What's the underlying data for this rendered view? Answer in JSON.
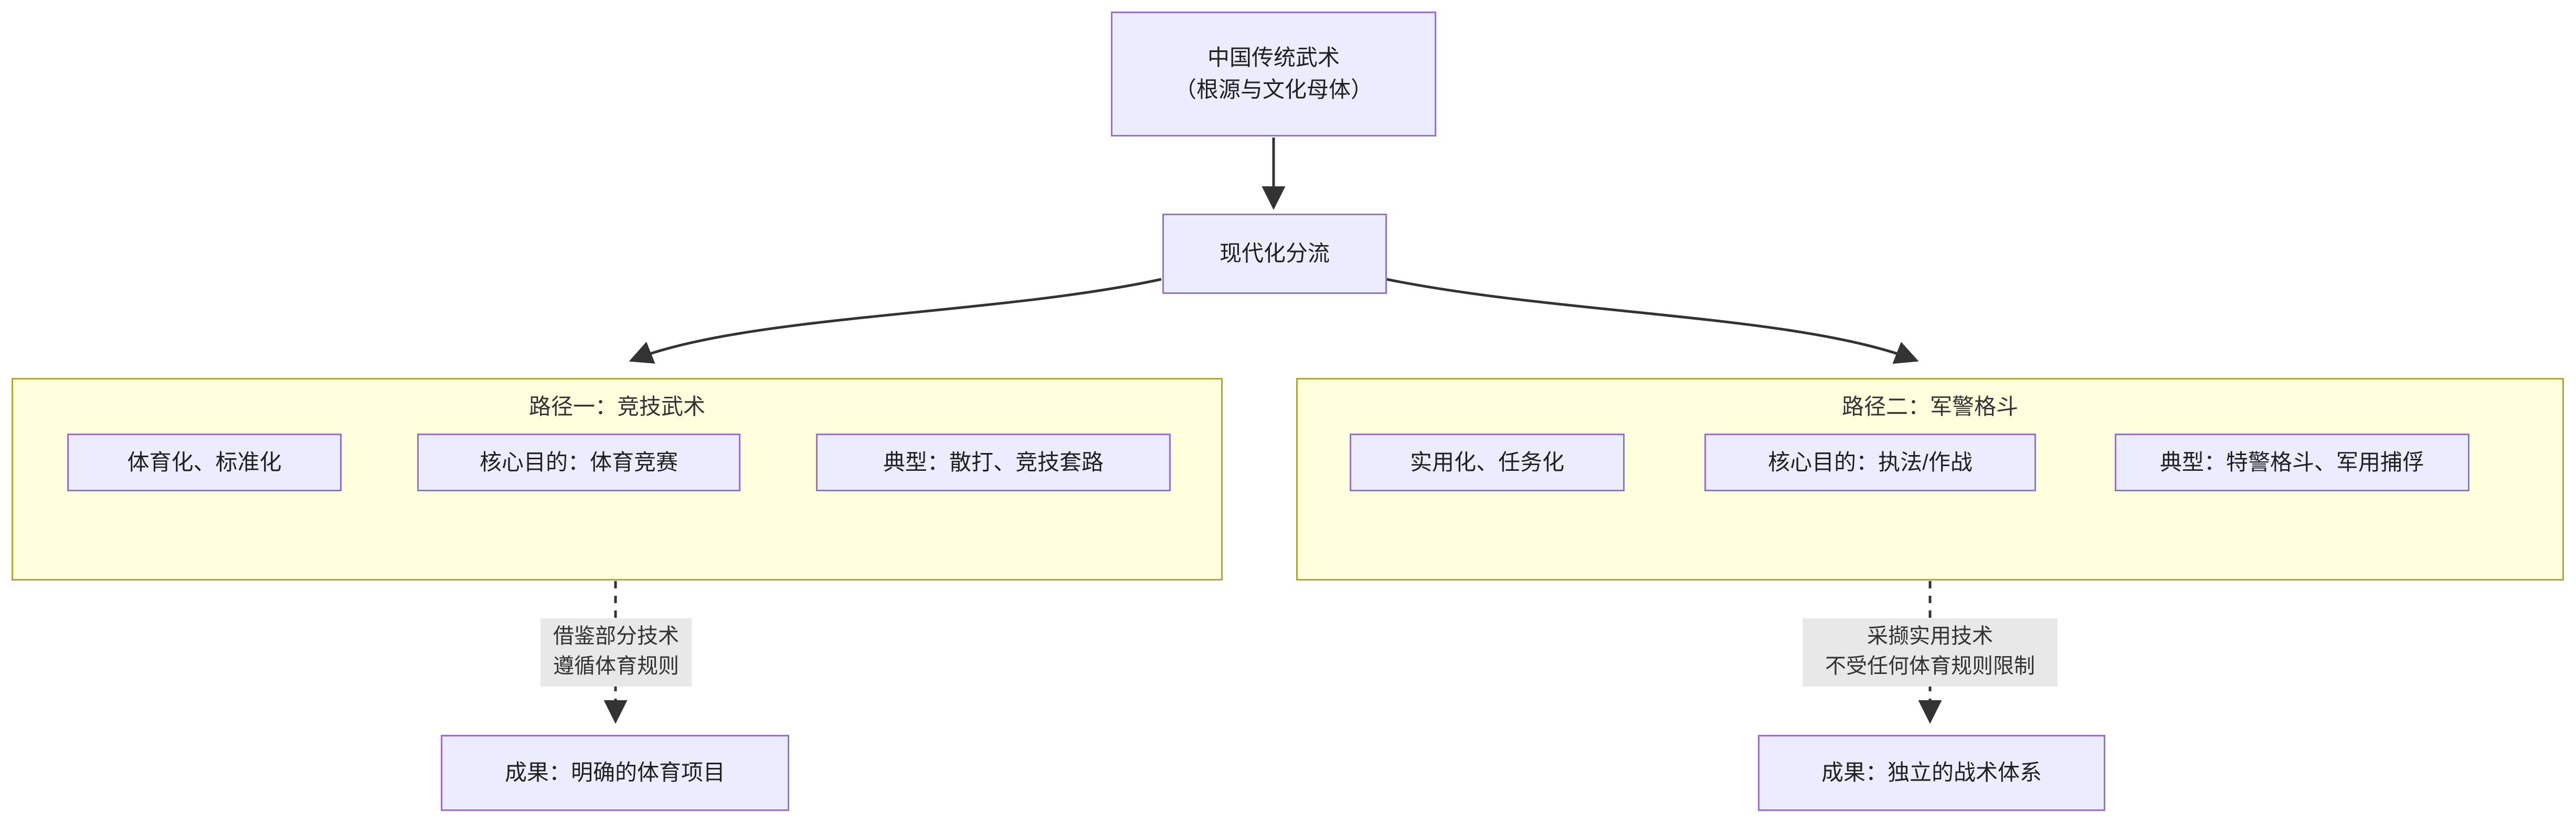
{
  "diagram": {
    "title_root": "中国传统武术\n（根源与文化母体）",
    "split": "现代化分流",
    "clusters": [
      {
        "id": "path-one",
        "title": "路径一：竞技武术",
        "nodes": [
          "体育化、标准化",
          "核心目的：体育竞赛",
          "典型：散打、竞技套路"
        ]
      },
      {
        "id": "path-two",
        "title": "路径二：军警格斗",
        "nodes": [
          "实用化、任务化",
          "核心目的：执法/作战",
          "典型：特警格斗、军用捕俘"
        ]
      }
    ],
    "edge_labels": [
      "借鉴部分技术\n遵循体育规则",
      "采撷实用技术\n不受任何体育规则限制"
    ],
    "results": [
      "成果：明确的体育项目",
      "成果：独立的战术体系"
    ]
  },
  "colors": {
    "node_fill": "#ececff",
    "node_stroke": "#9370db",
    "cluster_fill": "#ffffde",
    "cluster_stroke": "#aaaa33",
    "edge_stroke": "#333333",
    "edge_label_bg": "#e8e8e8",
    "text": "#1f2020",
    "background": "#ffffff"
  }
}
